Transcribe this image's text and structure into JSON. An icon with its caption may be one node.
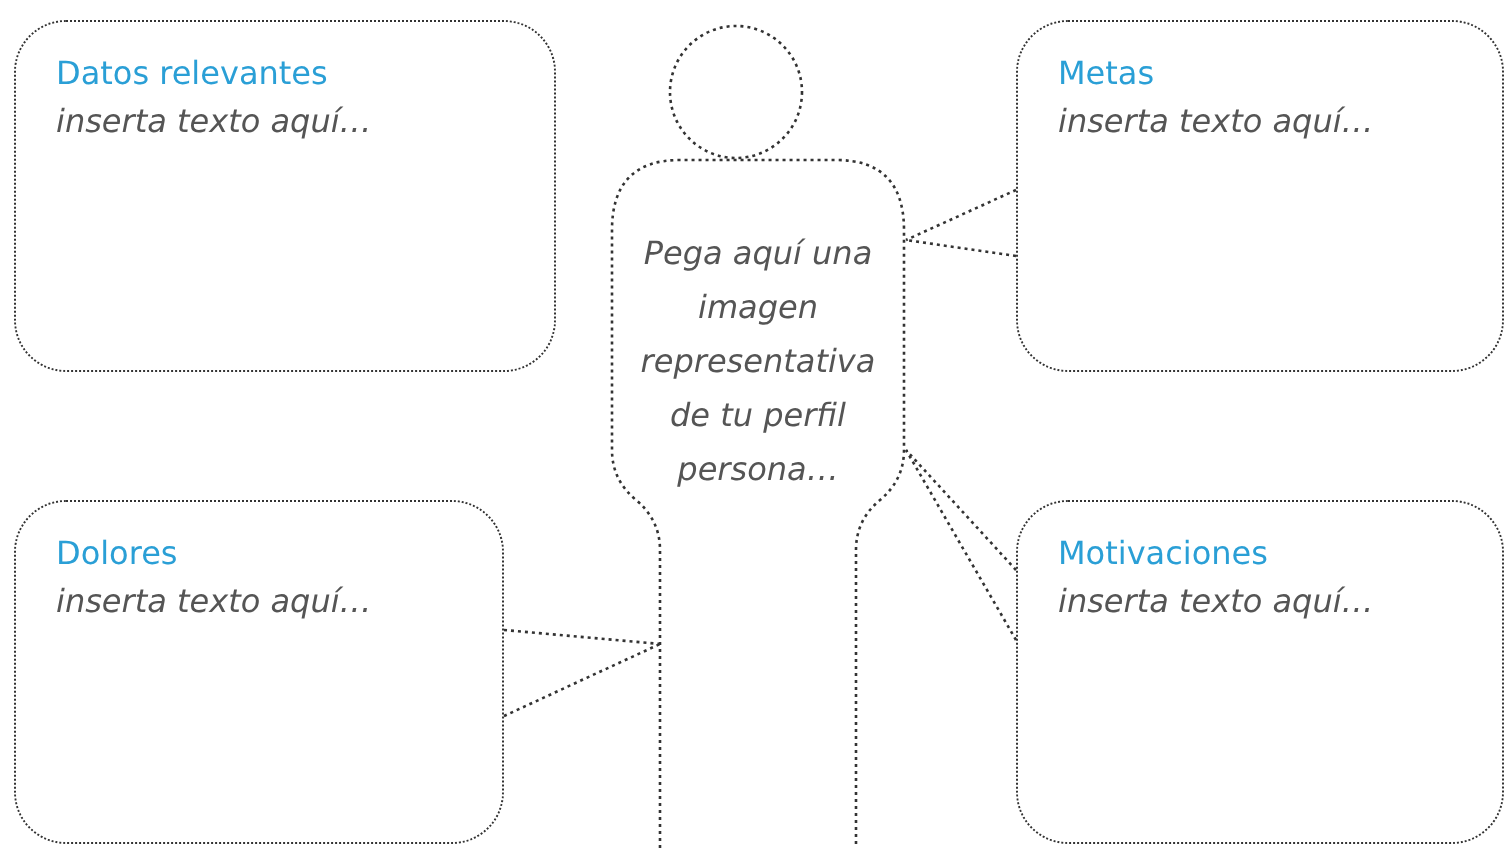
{
  "diagram": {
    "nodes": [
      {
        "text": [
          "Datos relevantes",
          "inserta texto aquí…"
        ]
      },
      {
        "text": [
          "Metas",
          "inserta texto aquí…"
        ]
      },
      {
        "text": [
          "Pega aquí una imagen representativa de tu perfil persona…"
        ]
      },
      {
        "text": [
          "Dolores",
          "inserta texto aquí…"
        ]
      },
      {
        "text": [
          "Motivaciones",
          "inserta texto aquí…"
        ]
      }
    ],
    "edges": [
      {
        "from": 1,
        "to": 2,
        "arrow": "none"
      },
      {
        "from": 3,
        "to": 2,
        "arrow": "none"
      },
      {
        "from": 4,
        "to": 2,
        "arrow": "none"
      }
    ]
  }
}
